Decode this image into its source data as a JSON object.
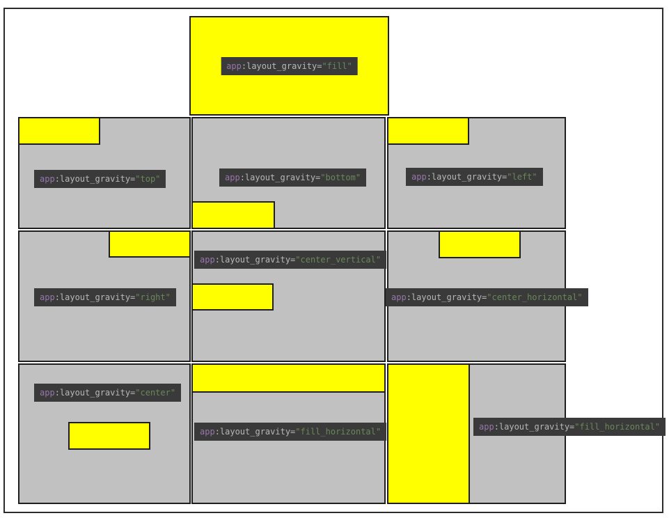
{
  "code": {
    "prefix": "app",
    "attr": ":layout_gravity="
  },
  "cells": [
    {
      "value": "\"fill\""
    },
    {
      "value": "\"top\""
    },
    {
      "value": "\"bottom\""
    },
    {
      "value": "\"left\""
    },
    {
      "value": "\"right\""
    },
    {
      "value": "\"center_vertical\""
    },
    {
      "value": "\"center_horizontal\""
    },
    {
      "value": "\"center\""
    },
    {
      "value": "\"fill_horizontal\""
    },
    {
      "value": "\"fill_horizontal\""
    }
  ],
  "palette": {
    "demo_yellow": "#ffff00",
    "cell_gray": "#c1c1c1",
    "border_dark": "#1e1e1e",
    "label_bg": "#3a3a3a",
    "token_prefix": "#9876aa",
    "token_attr": "#b8b8b8",
    "token_value": "#6a8759"
  }
}
